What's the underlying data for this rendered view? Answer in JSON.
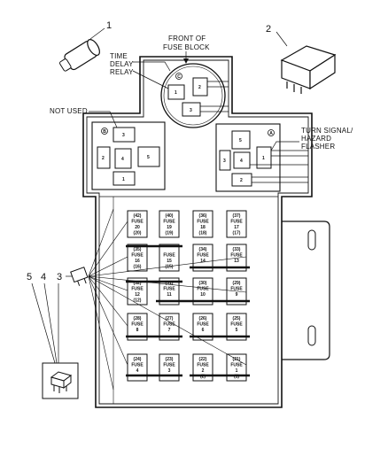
{
  "callouts": [
    "1",
    "2",
    "3",
    "4",
    "5"
  ],
  "labels": {
    "front_l1": "FRONT OF",
    "front_l2": "FUSE BLOCK",
    "time_l1": "TIME",
    "time_l2": "DELAY",
    "time_l3": "RELAY",
    "not_used": "NOT USED",
    "turn_l1": "TURN SIGNAL/",
    "turn_l2": "HAZARD",
    "turn_l3": "FLASHER"
  },
  "round_cluster": {
    "marker": "C",
    "relays": [
      "1",
      "2",
      "3"
    ]
  },
  "left_cluster": {
    "marker": "B",
    "relays": [
      "3",
      "2",
      "4",
      "5",
      "1"
    ]
  },
  "right_cluster": {
    "marker": "A",
    "relays": [
      "5",
      "3",
      "4",
      "1",
      "2"
    ]
  },
  "fuses": [
    {
      "top": "(42)",
      "mid": "FUSE",
      "num": "20",
      "bot": "(20)"
    },
    {
      "top": "(40)",
      "mid": "FUSE",
      "num": "19",
      "bot": "(19)"
    },
    {
      "top": "(36)",
      "mid": "FUSE",
      "num": "18",
      "bot": "(18)"
    },
    {
      "top": "(37)",
      "mid": "FUSE",
      "num": "17",
      "bot": "(17)"
    },
    {
      "top": "(35)",
      "mid": "FUSE",
      "num": "16",
      "bot": "(16)"
    },
    {
      "top": "",
      "mid": "FUSE",
      "num": "15",
      "bot": "(15)"
    },
    {
      "top": "(34)",
      "mid": "FUSE",
      "num": "14",
      "bot": ""
    },
    {
      "top": "(33)",
      "mid": "FUSE",
      "num": "13",
      "bot": ""
    },
    {
      "top": "(32)",
      "mid": "FUSE",
      "num": "12",
      "bot": "(12)"
    },
    {
      "top": "(31)",
      "mid": "FUSE",
      "num": "11",
      "bot": ""
    },
    {
      "top": "(30)",
      "mid": "FUSE",
      "num": "10",
      "bot": ""
    },
    {
      "top": "(29)",
      "mid": "FUSE",
      "num": "9",
      "bot": ""
    },
    {
      "top": "(28)",
      "mid": "FUSE",
      "num": "8",
      "bot": ""
    },
    {
      "top": "(27)",
      "mid": "FUSE",
      "num": "7",
      "bot": ""
    },
    {
      "top": "(26)",
      "mid": "FUSE",
      "num": "6",
      "bot": ""
    },
    {
      "top": "(25)",
      "mid": "FUSE",
      "num": "5",
      "bot": ""
    },
    {
      "top": "(24)",
      "mid": "FUSE",
      "num": "4",
      "bot": ""
    },
    {
      "top": "(23)",
      "mid": "FUSE",
      "num": "3",
      "bot": ""
    },
    {
      "top": "(22)",
      "mid": "FUSE",
      "num": "2",
      "bot": "(2)"
    },
    {
      "top": "(21)",
      "mid": "FUSE",
      "num": "1",
      "bot": "(1)"
    }
  ]
}
